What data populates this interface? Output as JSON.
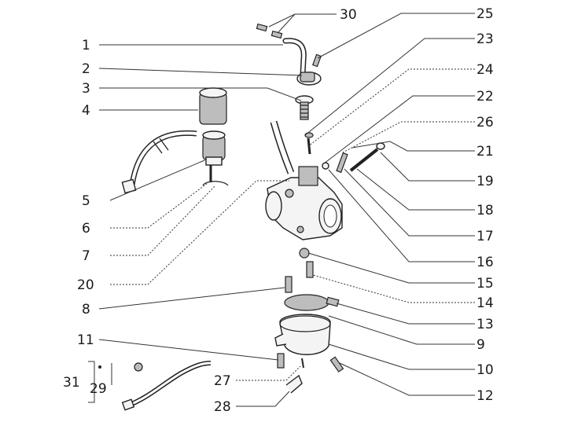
{
  "diagram": {
    "type": "exploded-parts-view",
    "callouts": [
      "1",
      "2",
      "3",
      "4",
      "5",
      "6",
      "7",
      "8",
      "9",
      "10",
      "11",
      "12",
      "13",
      "14",
      "15",
      "16",
      "17",
      "18",
      "19",
      "20",
      "21",
      "22",
      "23",
      "24",
      "25",
      "26",
      "27",
      "28",
      "29",
      "30",
      "31"
    ]
  }
}
